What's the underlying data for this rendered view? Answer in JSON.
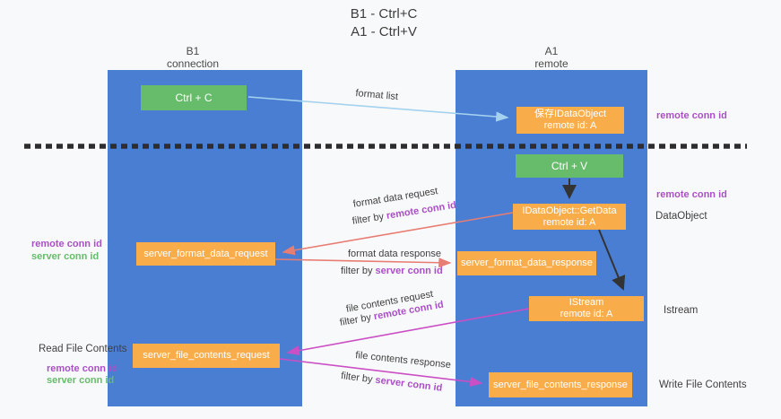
{
  "title": {
    "line1": "B1 - Ctrl+C",
    "line2": "A1 - Ctrl+V"
  },
  "lanes": {
    "left": {
      "name": "B1",
      "subtitle": "connection"
    },
    "right": {
      "name": "A1",
      "subtitle": "remote"
    }
  },
  "boxes": {
    "ctrl_c": "Ctrl + C",
    "ctrl_v": "Ctrl + V",
    "save_dataobject": {
      "line1": "保存IDataObject",
      "line2": "remote id: A"
    },
    "getdata": {
      "line1": "IDataObject::GetData",
      "line2": "remote id: A"
    },
    "istream": {
      "line1": "IStream",
      "line2": "remote id: A"
    },
    "format_request": "server_format_data_request",
    "format_response": "server_format_data_response",
    "file_request": "server_file_contents_request",
    "file_response": "server_file_contents_response"
  },
  "arrow_labels": {
    "format_list": "format list",
    "format_data_request": "format data request",
    "format_data_response": "format data response",
    "file_contents_request": "file contents request",
    "file_contents_response": "file contents response",
    "filter_by": "filter by ",
    "remote_conn_id": "remote conn id",
    "server_conn_id": "server conn id"
  },
  "side_labels": {
    "right_remote_conn_id_top": "remote conn id",
    "right_remote_conn_id_mid": "remote conn id",
    "data_object": "DataObject",
    "istream": "Istream",
    "write_file_contents": "Write File Contents",
    "left_remote_conn_id_1": "remote conn id",
    "left_server_conn_id_1": "server conn id",
    "read_file_contents": "Read File Contents",
    "left_remote_conn_id_2": "remote conn id",
    "left_server_conn_id_2": "server conn id"
  },
  "colors": {
    "lane_blue": "#4a7ed2",
    "box_green": "#67bc6b",
    "box_orange": "#f9ad4a",
    "text_purple": "#ab4fc7",
    "text_green": "#67bc6b",
    "arrow_red": "#e87d74",
    "arrow_magenta": "#ca4fc4",
    "arrow_lightblue": "#a5d2ee",
    "arrow_black": "#333333",
    "dashed_line": "#2d2d2d"
  }
}
